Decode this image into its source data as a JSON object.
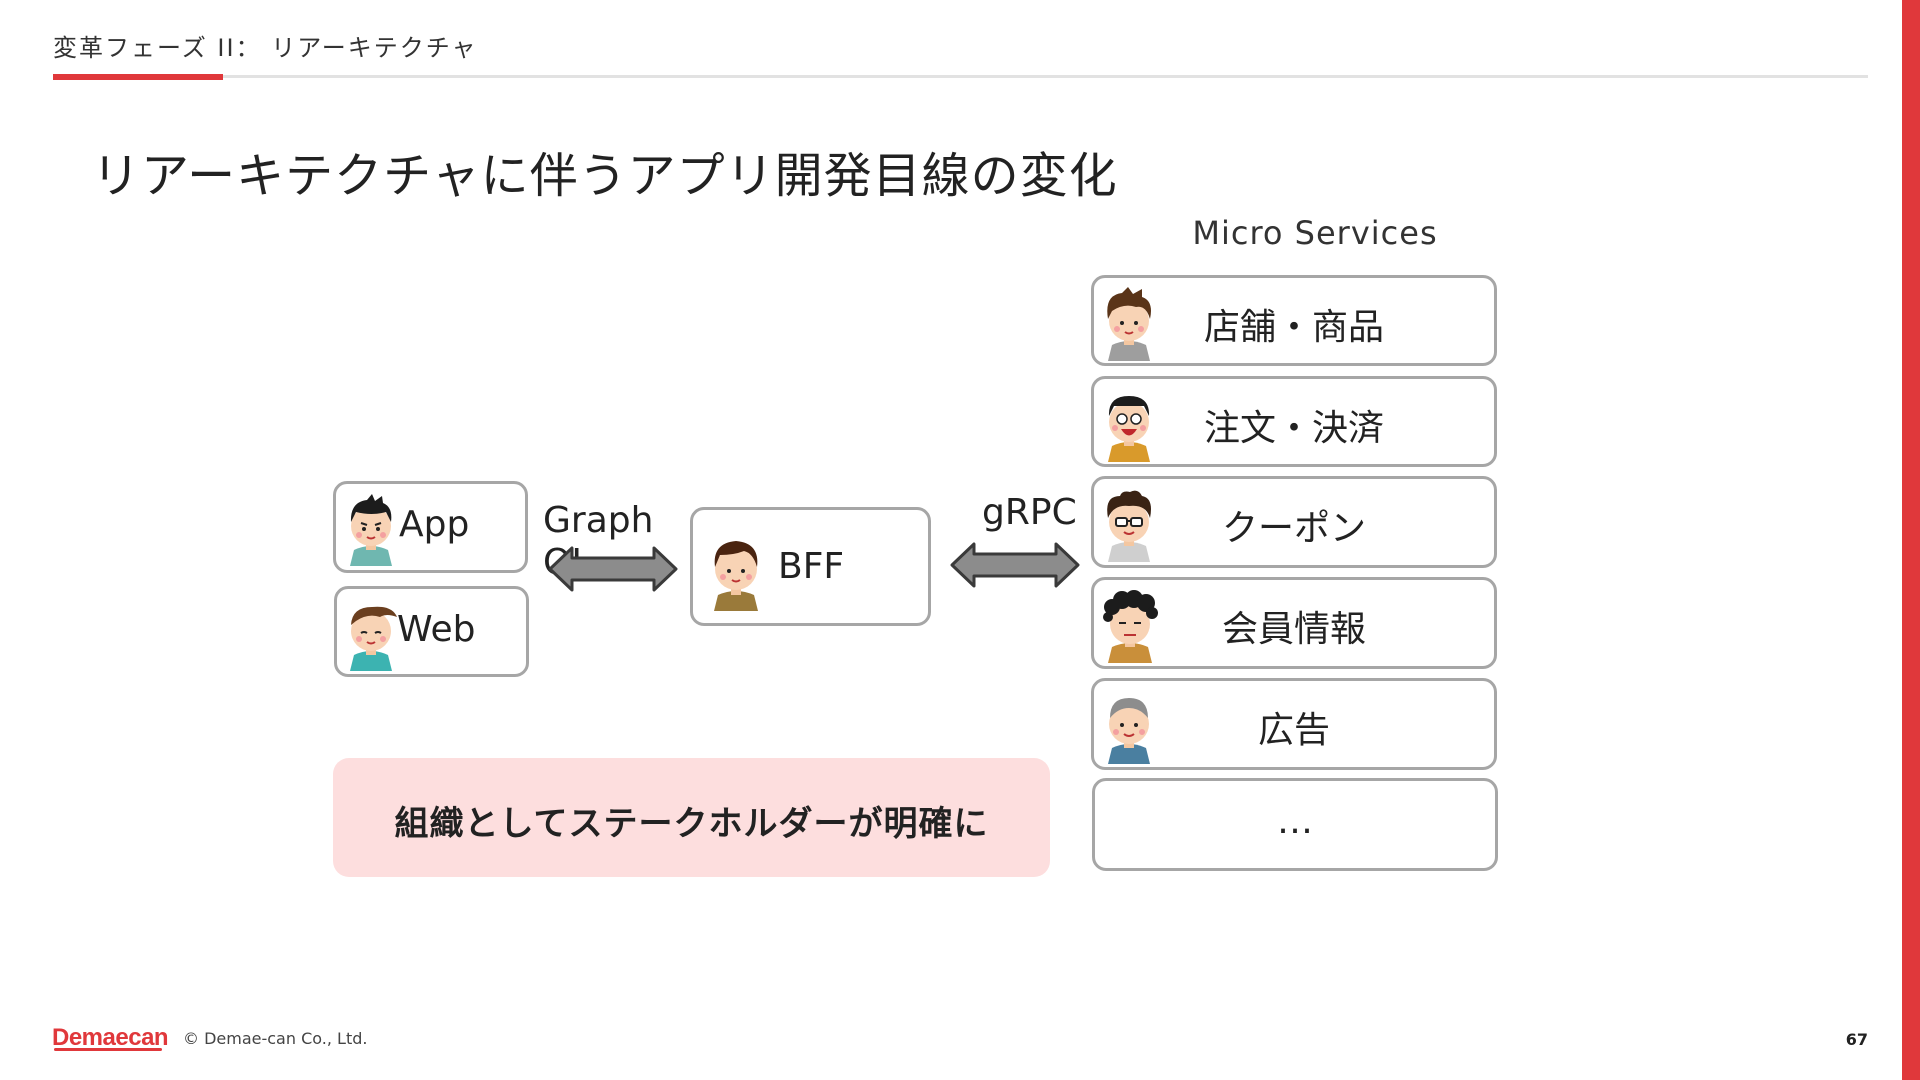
{
  "header": {
    "section": "変革フェーズ II： リアーキテクチャ"
  },
  "page_title": "リアーキテクチャに伴うアプリ開発目線の変化",
  "clients": [
    {
      "label": "App"
    },
    {
      "label": "Web"
    }
  ],
  "protocol_left": "GraphQL",
  "bff": {
    "label": "BFF"
  },
  "protocol_right": "gRPC",
  "micro_services": {
    "title": "Micro Services",
    "items": [
      {
        "label": "店舗・商品"
      },
      {
        "label": "注文・決済"
      },
      {
        "label": "クーポン"
      },
      {
        "label": "会員情報"
      },
      {
        "label": "広告"
      },
      {
        "label": "…"
      }
    ]
  },
  "callout": {
    "text": "組織としてステークホルダーが明確に"
  },
  "footer": {
    "logo": "Demaecan",
    "copyright": "© Demae-can Co., Ltd.",
    "page_number": "67"
  },
  "colors": {
    "accent": "#e0383b",
    "callout_bg": "#fddede",
    "box_border": "#a6a6a6",
    "arrow_fill": "#8c8c8c"
  }
}
